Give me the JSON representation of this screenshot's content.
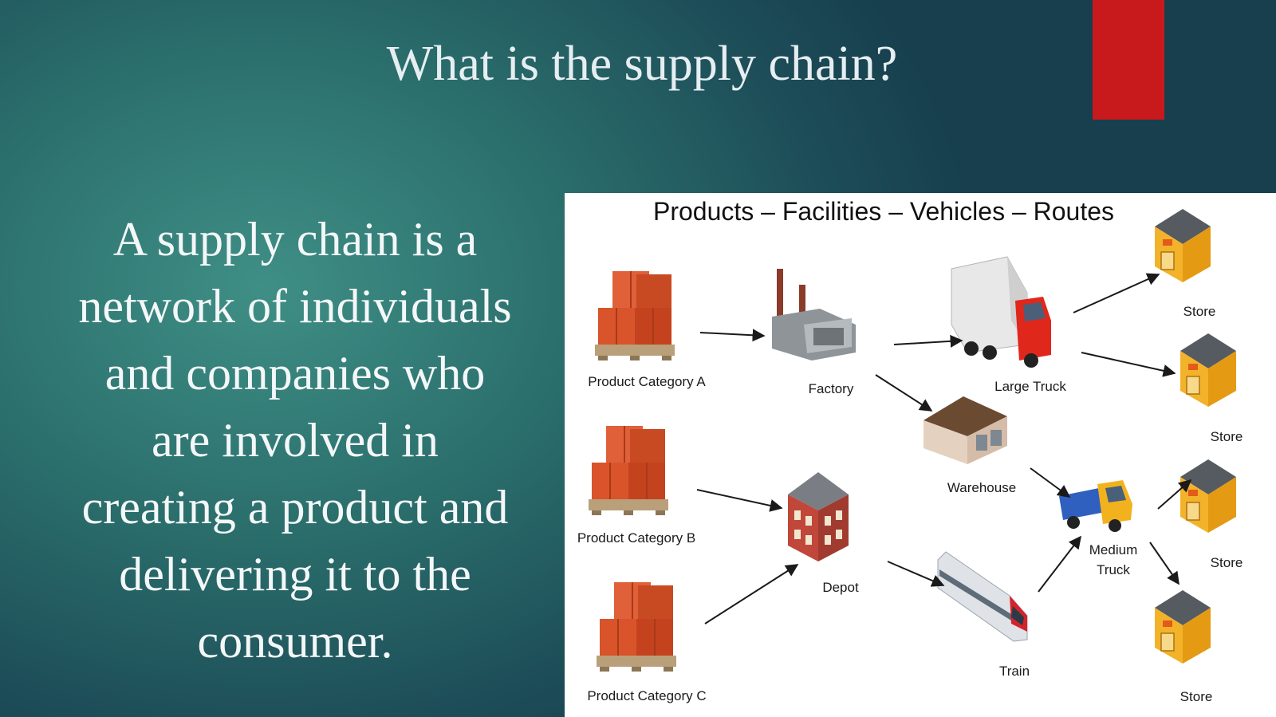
{
  "slide": {
    "title": "What is the supply chain?",
    "body_lines": [
      "A supply chain is a",
      "network of individuals",
      "and companies who",
      "are involved in",
      "creating a product and",
      "delivering it to the",
      "consumer."
    ],
    "accent_color": "#c8191c"
  },
  "diagram": {
    "title": "Products – Facilities – Vehicles – Routes",
    "nodes": {
      "product_a": "Product Category A",
      "product_b": "Product Category B",
      "product_c": "Product Category C",
      "factory": "Factory",
      "warehouse": "Warehouse",
      "depot": "Depot",
      "large_truck": "Large Truck",
      "medium_truck_line1": "Medium",
      "medium_truck_line2": "Truck",
      "train": "Train",
      "store_1": "Store",
      "store_2": "Store",
      "store_3": "Store",
      "store_4": "Store"
    }
  }
}
